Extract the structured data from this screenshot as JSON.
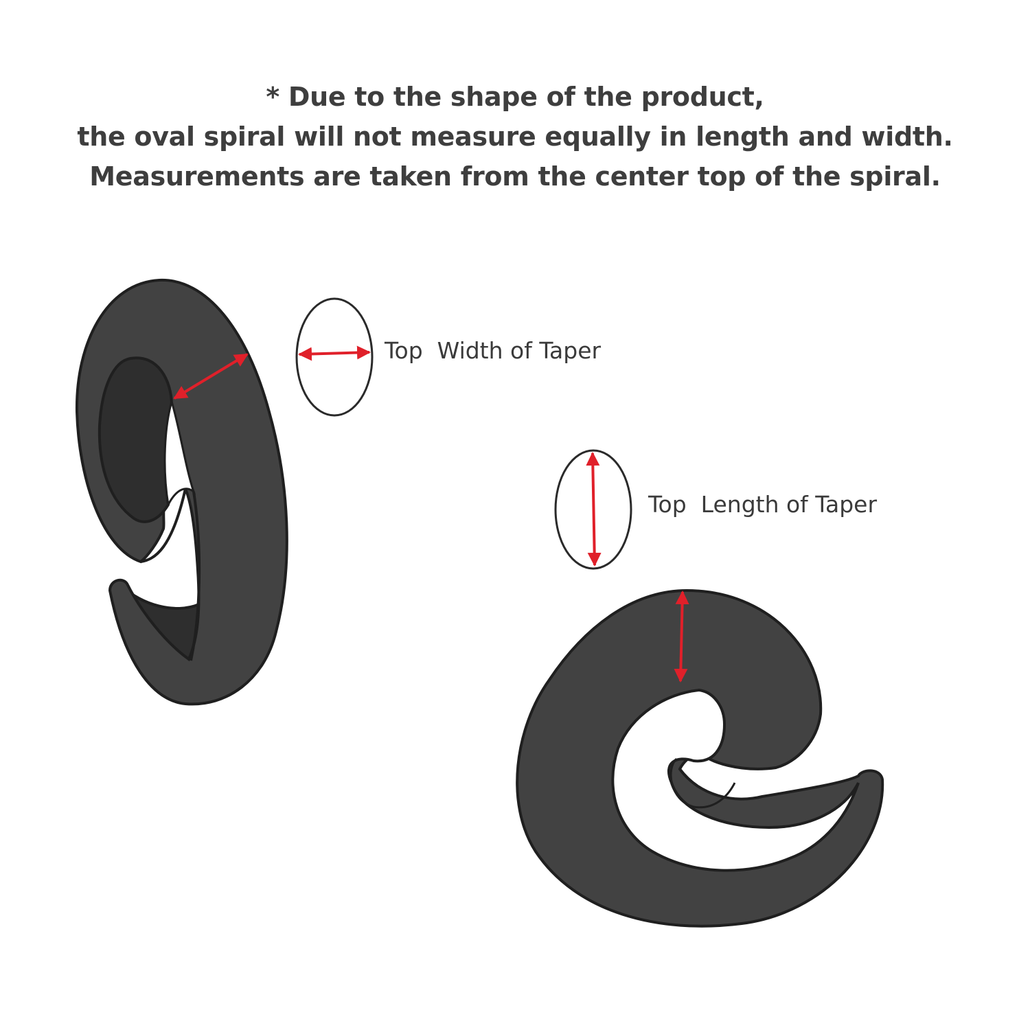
{
  "notice": {
    "line1": "* Due to the shape of the product,",
    "line2": "the oval spiral will not measure equally in length and width.",
    "line3": "Measurements are taken from the center top of the spiral."
  },
  "labels": {
    "top_width": "Top  Width of Taper",
    "top_length": "Top  Length of Taper"
  },
  "colors": {
    "spiral_fill": "#424242",
    "spiral_inner": "#2e2e2e",
    "outline": "#1f1f1f",
    "arrow": "#e0202a",
    "text": "#3e3e3e"
  }
}
